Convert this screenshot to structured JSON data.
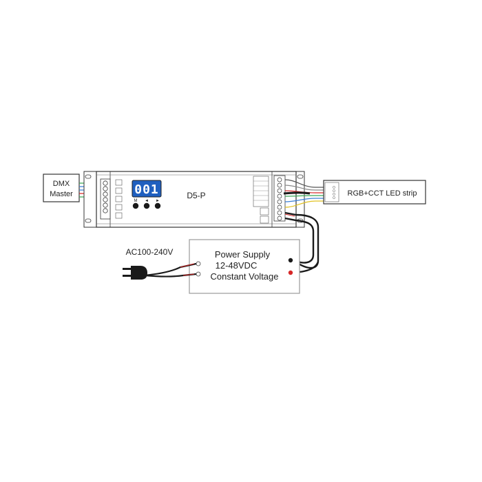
{
  "dmx_master": {
    "line1": "DMX",
    "line2": "Master"
  },
  "controller": {
    "model": "D5-P",
    "display": "001",
    "buttons": [
      "M",
      "◄",
      "►"
    ]
  },
  "led_strip": {
    "label": "RGB+CCT LED strip"
  },
  "power_supply": {
    "line1": "Power Supply",
    "line2": "12-48VDC",
    "line3": "Constant Voltage"
  },
  "ac_input": {
    "label": "AC100-240V"
  },
  "colors": {
    "wire_red": "#d62828",
    "wire_green": "#3aa655",
    "wire_blue": "#3b7fd6",
    "wire_yellow": "#e0c020",
    "wire_black": "#1a1a1a",
    "display_bg": "#1f5fbf",
    "outline": "#333333"
  }
}
